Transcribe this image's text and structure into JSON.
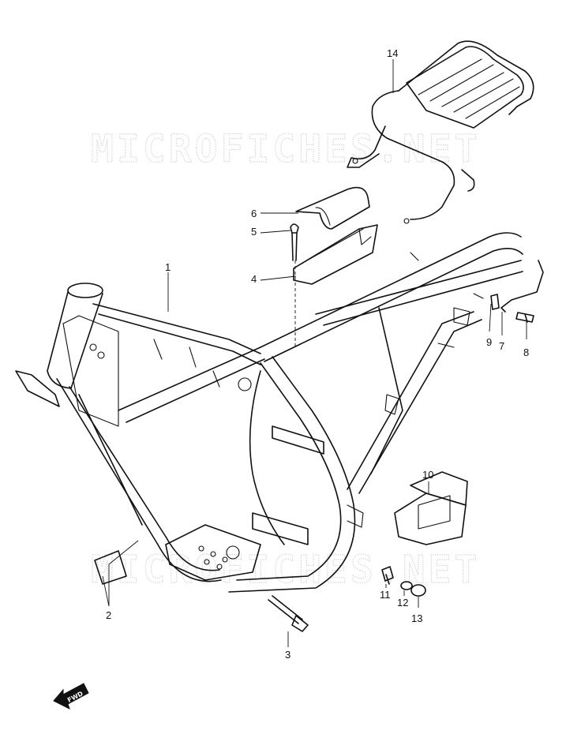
{
  "watermark": {
    "top_text": "MICROFICHES.NET",
    "bottom_text": "MICROFICHES.NET"
  },
  "callouts": {
    "p1": "1",
    "p2": "2",
    "p3": "3",
    "p4": "4",
    "p5": "5",
    "p6": "6",
    "p7": "7",
    "p8": "8",
    "p9": "9",
    "p10": "10",
    "p11": "11",
    "p12": "12",
    "p13": "13",
    "p14": "14"
  },
  "direction_badge": {
    "label": "FWD",
    "icon": "forward-arrow-icon"
  }
}
